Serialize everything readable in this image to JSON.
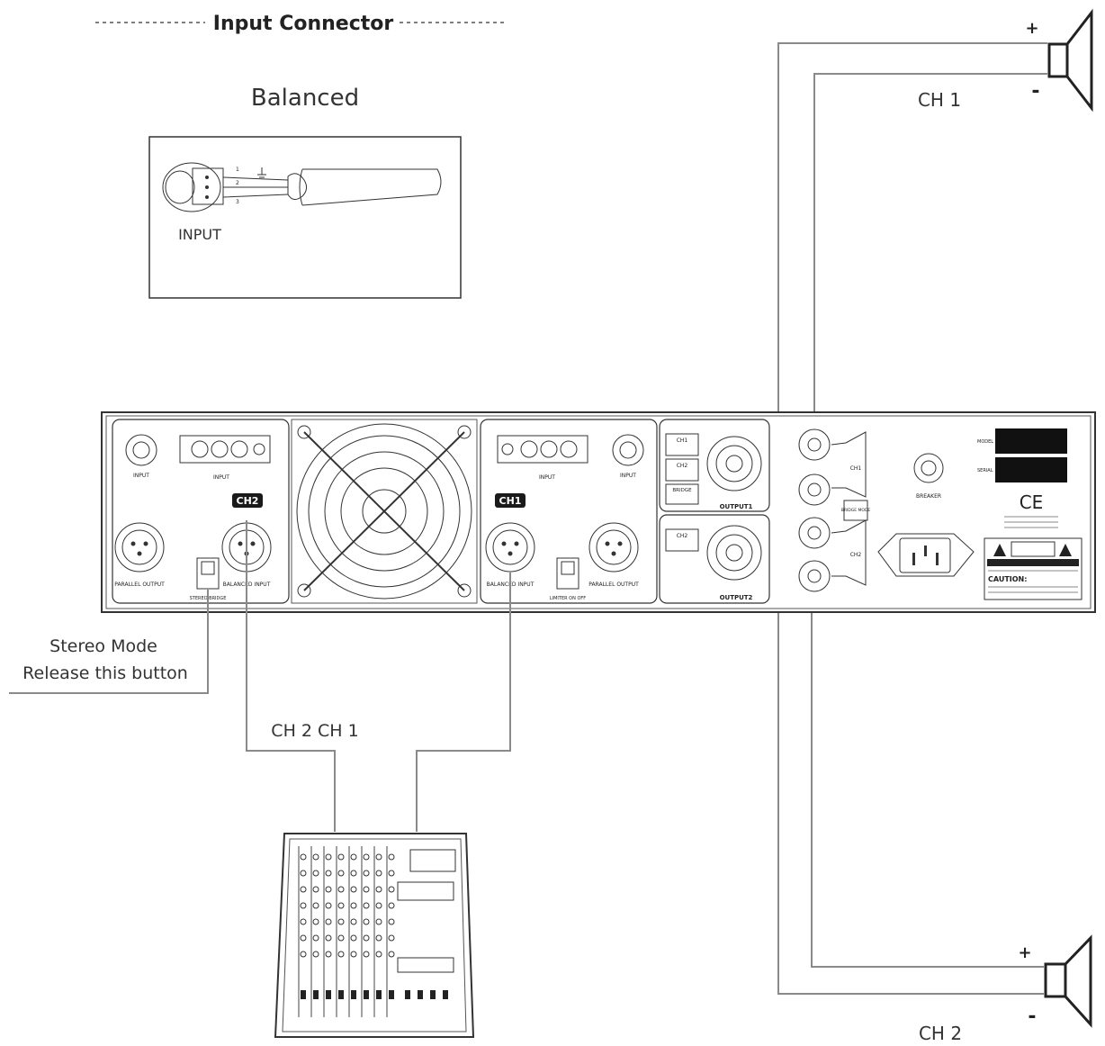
{
  "header": {
    "title": "Input Connector"
  },
  "connector": {
    "heading": "Balanced",
    "input_label": "INPUT",
    "pins": [
      "1",
      "2",
      "3"
    ]
  },
  "speakers": {
    "ch1": {
      "label": "CH 1",
      "plus": "+",
      "minus": "-"
    },
    "ch2": {
      "label": "CH 2",
      "plus": "+",
      "minus": "-"
    }
  },
  "note": {
    "line1": "Stereo Mode",
    "line2": "Release this button"
  },
  "mixer": {
    "label": "CH 2 CH 1"
  },
  "amplifier": {
    "left_panel": {
      "jack_label": "INPUT",
      "terminal_label": "INPUT",
      "channel_badge": "CH2",
      "xlr_out_label": "PARALLEL OUTPUT",
      "xlr_in_label": "BALANCED INPUT",
      "switch_label": "STEREO BRIDGE"
    },
    "right_panel": {
      "jack_label": "INPUT",
      "terminal_label": "INPUT",
      "channel_badge": "CH1",
      "xlr_in_label": "BALANCED INPUT",
      "xlr_out_label": "PARALLEL OUTPUT",
      "switch_label": "LIMITER ON OFF"
    },
    "speakon": {
      "output1_label": "OUTPUT1",
      "output2_label": "OUTPUT2",
      "ch1_tag": "CH1",
      "ch2_tag": "CH2",
      "bridge_tag": "BRIDGE"
    },
    "binding_posts": {
      "ch1_label": "CH1",
      "ch2_label": "CH2",
      "mode_label": "BRIDGE MODE"
    },
    "breaker_label": "BREAKER",
    "model_label": "MODEL",
    "serial_label": "SERIAL",
    "ce_mark": "CE",
    "caution_label": "CAUTION:"
  },
  "colors": {
    "line": "#333333",
    "wire": "#8a8a8a",
    "badge_fill": "#1a1a1a",
    "badge_text": "#ffffff",
    "panel_fill": "#ffffff"
  }
}
